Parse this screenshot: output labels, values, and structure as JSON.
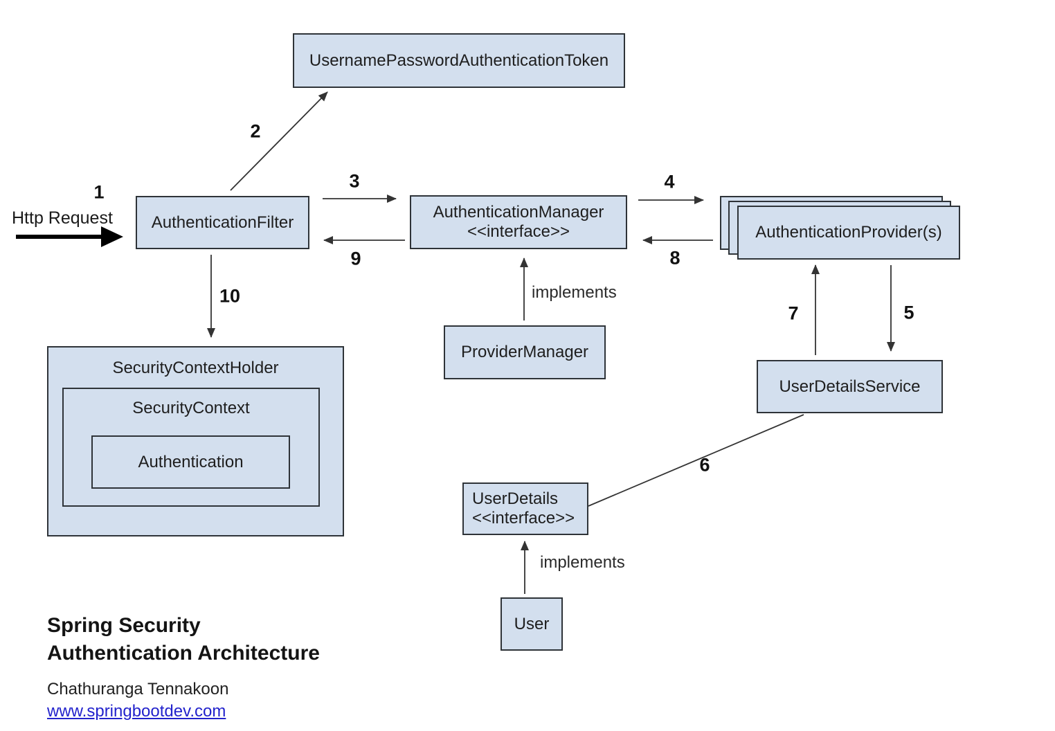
{
  "nodes": {
    "token": {
      "label": "UsernamePasswordAuthenticationToken"
    },
    "filter": {
      "label": "AuthenticationFilter"
    },
    "manager": {
      "label": "AuthenticationManager",
      "stereotype": "<<interface>>"
    },
    "providers": {
      "label": "AuthenticationProvider(s)"
    },
    "provider_manager": {
      "label": "ProviderManager"
    },
    "user_details_service": {
      "label": "UserDetailsService"
    },
    "security_context_holder": {
      "label": "SecurityContextHolder"
    },
    "security_context": {
      "label": "SecurityContext"
    },
    "authentication": {
      "label": "Authentication"
    },
    "user_details": {
      "label": "UserDetails",
      "stereotype": "<<interface>>"
    },
    "user": {
      "label": "User"
    }
  },
  "labels": {
    "http_request": "Http Request",
    "implements_provider_manager": "implements",
    "implements_user": "implements"
  },
  "step_numbers": {
    "s1": "1",
    "s2": "2",
    "s3": "3",
    "s4": "4",
    "s5": "5",
    "s6": "6",
    "s7": "7",
    "s8": "8",
    "s9": "9",
    "s10": "10"
  },
  "footer": {
    "title_line1": "Spring Security",
    "title_line2": "Authentication Architecture",
    "author": "Chathuranga Tennakoon",
    "website": "www.springbootdev.com"
  },
  "colors": {
    "node_fill": "#d3dfee",
    "node_border": "#2e3338",
    "connector": "#333333",
    "link_blue": "#2222cc",
    "text": "#1e1e1e",
    "background": "#ffffff"
  }
}
